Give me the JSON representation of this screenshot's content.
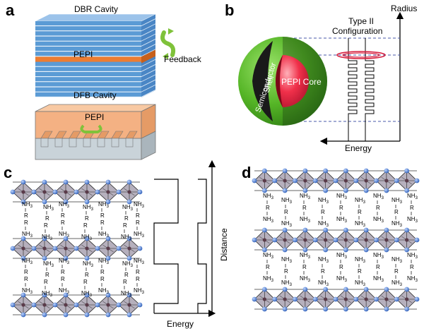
{
  "panels": {
    "a": {
      "letter": "a",
      "dbr_title": "DBR Cavity",
      "dbr_layer": "PEPI",
      "feedback": "Feedback",
      "dfb_title": "DFB Cavity",
      "dfb_layer": "PEPI"
    },
    "b": {
      "letter": "b",
      "radius": "Radius",
      "type_line1": "Type II",
      "type_line2": "Configuration",
      "shell_line1": "Semiconductor",
      "shell_line2": "Shell",
      "core": "PEPI Core",
      "energy": "Energy"
    },
    "c": {
      "letter": "c",
      "distance": "Distance",
      "energy": "Energy",
      "nh3": "NH",
      "nh3_sub": "3",
      "r": "R"
    },
    "d": {
      "letter": "d",
      "nh3": "NH",
      "nh3_sub": "3",
      "r": "R"
    }
  },
  "colors": {
    "dbr_blue": "#5b9bd5",
    "pepi_orange": "#ed7d31",
    "feedback_green": "#7fc23a",
    "dfb_peach": "#f4b183",
    "substrate_gray": "#c9d3d9",
    "shell_green": "#55b526",
    "core_red": "#f0304a",
    "ring_red": "#d62040",
    "dash_blue": "#4a5aa8",
    "octa_blue": "#4f79c8",
    "octa_dark": "#5a3b4a"
  }
}
